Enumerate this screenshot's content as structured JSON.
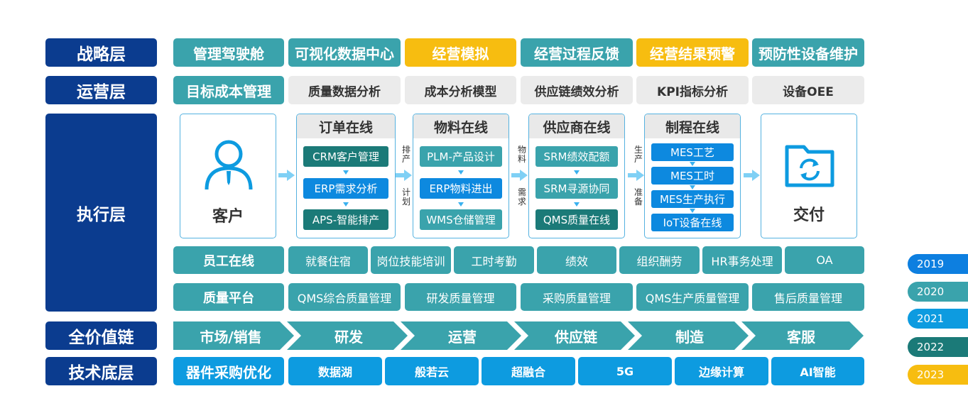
{
  "layers": {
    "strategy": "战略层",
    "operation": "运营层",
    "execution": "执行层",
    "value_chain": "全价值链",
    "tech": "技术底层"
  },
  "strategy_items": [
    "管理驾驶舱",
    "可视化数据中心",
    "经营模拟",
    "经营过程反馈",
    "经营结果预警",
    "预防性设备维护"
  ],
  "operation_items": [
    "目标成本管理",
    "质量数据分析",
    "成本分析模型",
    "供应链绩效分析",
    "KPI指标分析",
    "设备OEE"
  ],
  "execution": {
    "customer": "客户",
    "delivery": "交付",
    "order": {
      "title": "订单在线",
      "items": [
        "CRM客户管理",
        "ERP需求分析",
        "APS-智能排产"
      ]
    },
    "material": {
      "title": "物料在线",
      "items": [
        "PLM-产品设计",
        "ERP物料进出",
        "WMS仓储管理"
      ]
    },
    "supplier": {
      "title": "供应商在线",
      "items": [
        "SRM绩效配额",
        "SRM寻源协同",
        "QMS质量在线"
      ]
    },
    "process": {
      "title": "制程在线",
      "items": [
        "MES工艺",
        "MES工时",
        "MES生产执行",
        "IoT设备在线"
      ]
    },
    "links": {
      "l1_top": "排产",
      "l1_bot": "计划",
      "l2_top": "物料",
      "l2_bot": "需求",
      "l3_top": "生产",
      "l3_bot": "准备"
    }
  },
  "employee": {
    "label": "员工在线",
    "items": [
      "就餐住宿",
      "岗位技能培训",
      "工时考勤",
      "绩效",
      "组织酬劳",
      "HR事务处理",
      "OA"
    ]
  },
  "quality": {
    "label": "质量平台",
    "items": [
      "QMS综合质量管理",
      "研发质量管理",
      "采购质量管理",
      "QMS生产质量管理",
      "售后质量管理"
    ]
  },
  "value_chain_items": [
    "市场/销售",
    "研发",
    "运营",
    "供应链",
    "制造",
    "客服"
  ],
  "tech_items": [
    "器件采购优化",
    "数据湖",
    "般若云",
    "超融合",
    "5G",
    "边缘计算",
    "AI智能"
  ],
  "legend": [
    {
      "label": "2019",
      "color": "#0d7fe0"
    },
    {
      "label": "2020",
      "color": "#3aa3ac"
    },
    {
      "label": "2021",
      "color": "#0d9be0"
    },
    {
      "label": "2022",
      "color": "#1b7a78"
    },
    {
      "label": "2023",
      "color": "#f7bd10"
    }
  ],
  "colors": {
    "navy": "#0b3c8f",
    "teal": "#3aa3ac",
    "dark_teal": "#1b7a78",
    "yellow": "#f7bd10",
    "blue": "#0d9be0",
    "grey": "#ebebeb"
  },
  "icons": [
    "person-icon",
    "folder-refresh-icon",
    "right-arrow-icon",
    "down-arrow-icon"
  ]
}
